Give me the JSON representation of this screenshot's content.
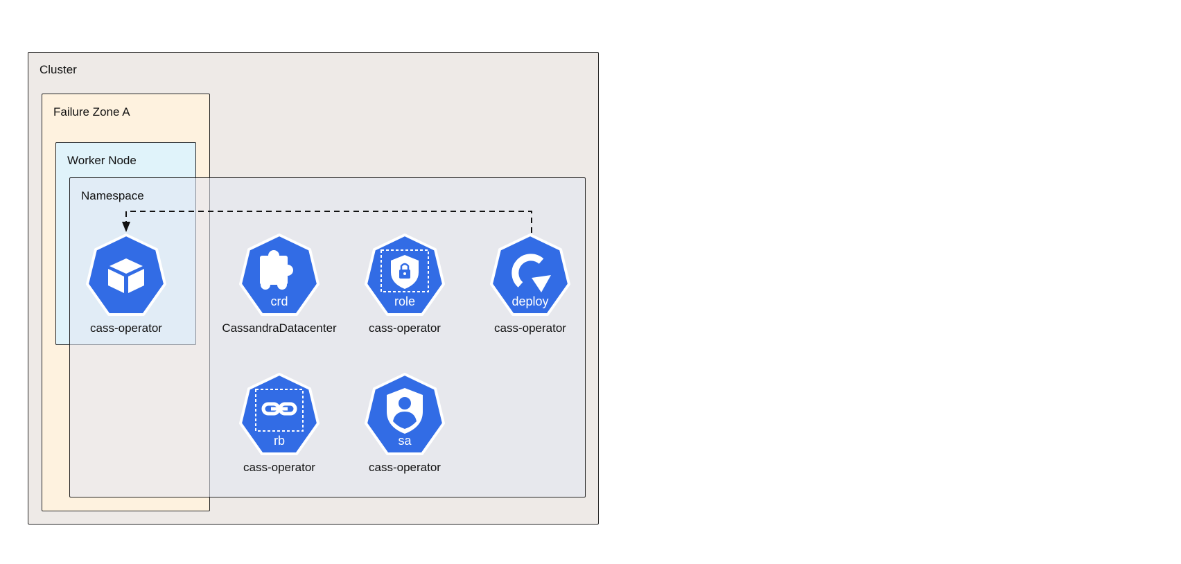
{
  "boxes": {
    "cluster": "Cluster",
    "failure_zone": "Failure Zone A",
    "worker_node": "Worker Node",
    "namespace": "Namespace"
  },
  "nodes": [
    {
      "id": "pod",
      "icon": "pod-cube-icon",
      "badge": "",
      "caption": "cass-operator"
    },
    {
      "id": "crd",
      "icon": "puzzle-piece-icon",
      "badge": "crd",
      "caption": "CassandraDatacenter"
    },
    {
      "id": "role",
      "icon": "shield-lock-icon",
      "badge": "role",
      "caption": "cass-operator"
    },
    {
      "id": "deploy",
      "icon": "circular-arrow-icon",
      "badge": "deploy",
      "caption": "cass-operator"
    },
    {
      "id": "rb",
      "icon": "chain-link-icon",
      "badge": "rb",
      "caption": "cass-operator"
    },
    {
      "id": "sa",
      "icon": "shield-user-icon",
      "badge": "sa",
      "caption": "cass-operator"
    }
  ],
  "edges": [
    {
      "from": "deploy",
      "to": "pod",
      "style": "dashed"
    }
  ],
  "colors": {
    "k8s_blue": "#326ce5",
    "cluster_bg": "#eeeae7",
    "zone_bg": "#fff2de",
    "worker_bg": "#def3fc",
    "namespace_bg": "#e2e6f2"
  }
}
